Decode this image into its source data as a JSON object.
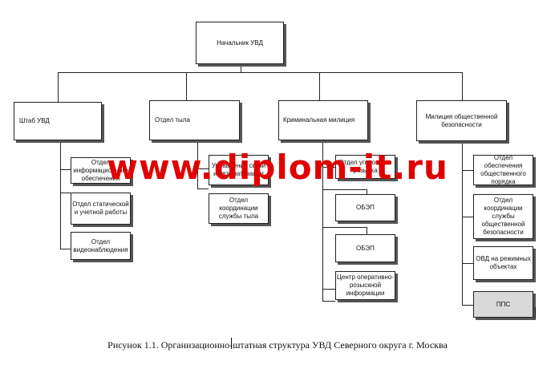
{
  "diagram": {
    "root": "Начальник УВД",
    "departments": [
      {
        "label": "Штаб УВД",
        "units": [
          "Отдел информационного обеспечения",
          "Отдел статической и учетной работы",
          "Отдел видеонаблюдения"
        ]
      },
      {
        "label": "Отдел тыла",
        "units": [
          "Управление связи и автоматизации",
          "Отдел координации службы тыла"
        ]
      },
      {
        "label": "Криминальная милиция",
        "units": [
          "Отдел уголовного розыска",
          "ОБЭП",
          "ОБЭП",
          "Центр оперативно-розыскной информации"
        ]
      },
      {
        "label": "Милиция общественной безопасности",
        "units": [
          "Отдел обеспечения общественного порядка",
          "Отдел координации службы общественной безопасности",
          "ОВД на режимных объектах",
          "ППС"
        ]
      }
    ]
  },
  "watermark": "www.diplom-it.ru",
  "caption": "Рисунок 1.1. Организационно-штатная структура УВД Северного округа г. Москва",
  "colors": {
    "watermark": "#e00000",
    "highlight_box": "#d9d9d9"
  }
}
